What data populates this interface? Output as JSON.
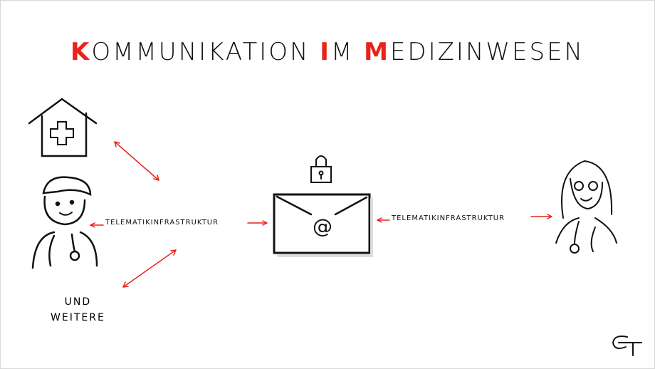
{
  "title": {
    "k": "K",
    "p1": "OMMUNIKATION ",
    "i": "I",
    "p2": "M ",
    "m": "M",
    "p3": "EDIZINWESEN"
  },
  "labels": {
    "left_link": "TELEMATIKINFRASTRUKTUR",
    "right_link": "TELEMATIKINFRASTRUKTUR",
    "others_line1": "UND",
    "others_line2": "WEITERE"
  },
  "signature": "GT",
  "colors": {
    "accent": "#e8231b",
    "ink": "#111111"
  }
}
